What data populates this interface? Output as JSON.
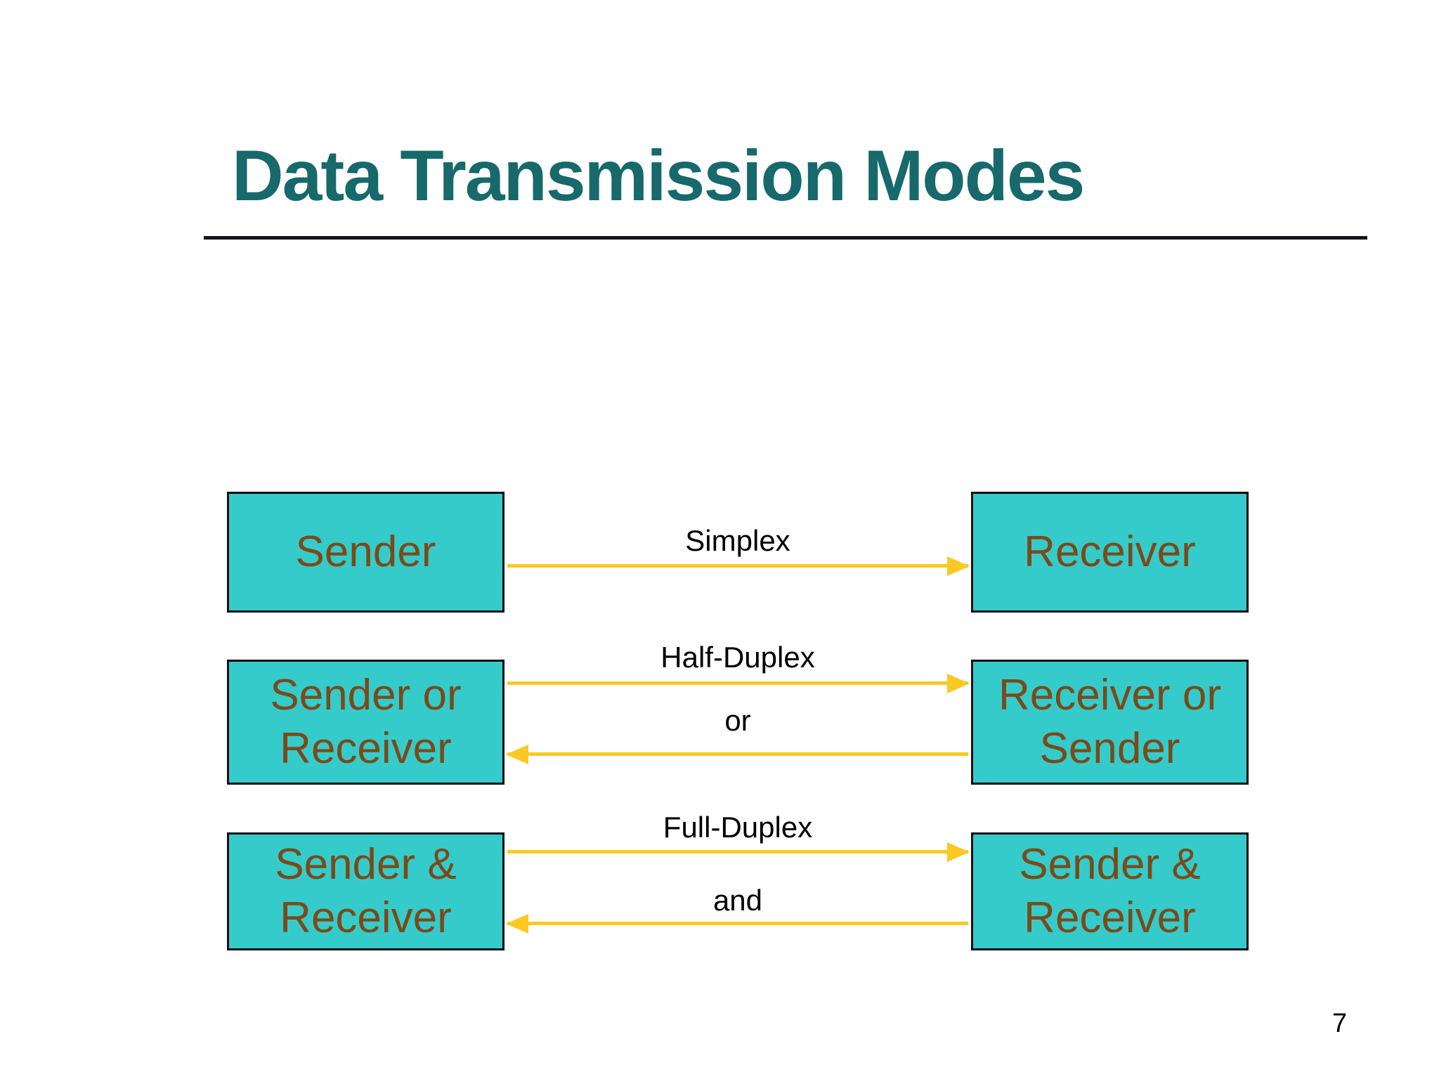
{
  "slide": {
    "title": "Data Transmission Modes",
    "page_number": "7"
  },
  "diagram": {
    "rows": [
      {
        "left": "Sender",
        "right": "Receiver",
        "mode": "Simplex"
      },
      {
        "left": "Sender or Receiver",
        "right": "Receiver or Sender",
        "mode": "Half-Duplex",
        "conjunction": "or"
      },
      {
        "left": "Sender & Receiver",
        "right": "Sender & Receiver",
        "mode": "Full-Duplex",
        "conjunction": "and"
      }
    ]
  },
  "colors": {
    "title_color": "#17696B",
    "rule_color": "#15151D",
    "box_fill": "#35CBCB",
    "box_border": "#0D0D15",
    "box_text": "#7B4A18",
    "arrow_color": "#FCC823",
    "label_color": "#000000"
  }
}
